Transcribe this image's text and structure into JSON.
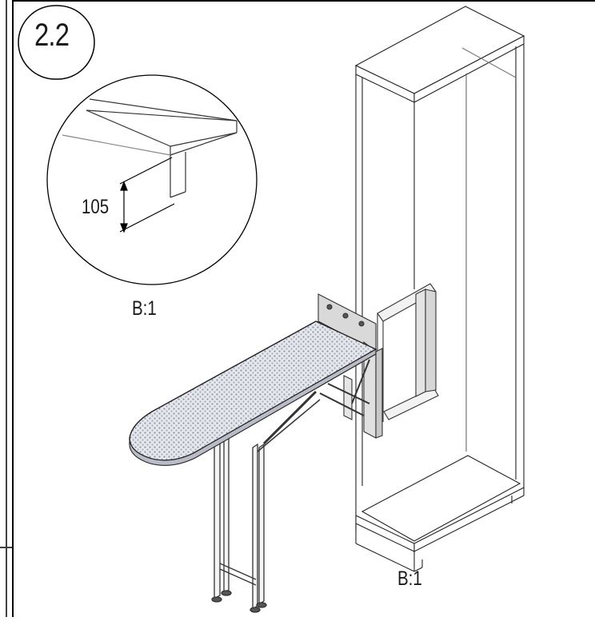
{
  "step": "2.2",
  "detail": {
    "dimension": "105",
    "scale": "B:1"
  },
  "main_view": {
    "scale": "B:1"
  }
}
